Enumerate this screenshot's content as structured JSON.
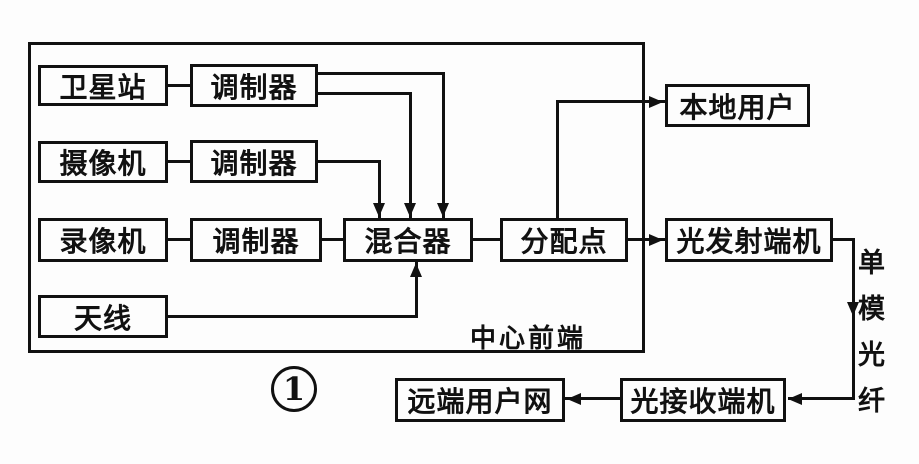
{
  "diagram": {
    "figure_number": "1",
    "headend_label": "中心前端",
    "fiber_label": "单模光纤",
    "fiber_chars": [
      "单",
      "模",
      "光",
      "纤"
    ],
    "nodes": {
      "satellite_station": "卫星站",
      "modulator_1": "调制器",
      "camera": "摄像机",
      "modulator_2": "调制器",
      "vcr": "录像机",
      "modulator_3": "调制器",
      "mixer": "混合器",
      "distribution_point": "分配点",
      "antenna": "天线",
      "local_users": "本地用户",
      "optical_transmitter": "光发射端机",
      "remote_user_network": "远端用户网",
      "optical_receiver": "光接收端机"
    },
    "edges": [
      "卫星站 → 调制器",
      "摄像机 → 调制器",
      "录像机 → 调制器",
      "调制器(卫星站, 2路) → 混合器",
      "调制器(摄像机) → 混合器",
      "调制器(录像机) → 混合器",
      "天线 → 混合器",
      "混合器 → 分配点",
      "分配点 → 本地用户",
      "分配点 → 光发射端机",
      "光发射端机 → 单模光纤 → 光接收端机",
      "光接收端机 → 远端用户网"
    ],
    "colors": {
      "line": "#111111",
      "background": "#fdfdfd"
    }
  }
}
